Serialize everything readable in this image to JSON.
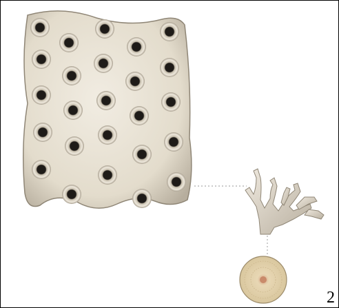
{
  "plate": {
    "number": "2"
  },
  "colors": {
    "coral_base": "#e6dfcf",
    "coral_shadow": "#9a9184",
    "polyp_hole": "#1e1b18",
    "connector_line": "#b8b8b8",
    "frame": "#000000"
  },
  "illustration": {
    "main": "coral-slab-illustration",
    "branch": "branching-coral-illustration",
    "disc": "coral-cross-section-illustration"
  }
}
